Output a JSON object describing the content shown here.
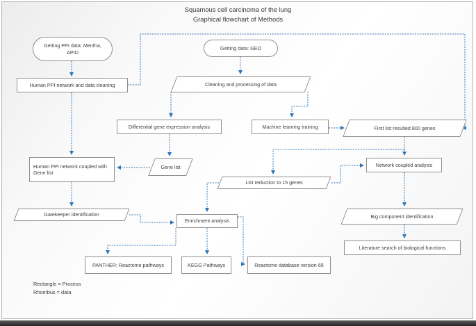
{
  "title": {
    "line1": "Squamous cell carcinoma of the lung",
    "line2": "Graphical flowchart of Methods"
  },
  "nodes": {
    "getting_ppi": {
      "label": "Getting PPI data: Mentha, APID",
      "shape": "oval"
    },
    "getting_geo": {
      "label": "Getting data: GEO",
      "shape": "oval"
    },
    "human_ppi_cleaning": {
      "label": "Human PPI network and data cleaning",
      "shape": "rectangle"
    },
    "cleaning_processing": {
      "label": "Cleaning and processing of data",
      "shape": "parallelogram"
    },
    "diff_expression": {
      "label": "Differential gene expression analysis",
      "shape": "rectangle"
    },
    "ml_training": {
      "label": "Machine learning training",
      "shape": "rectangle"
    },
    "first_list": {
      "label": "First list resulted 800 genes",
      "shape": "parallelogram"
    },
    "ppi_coupled": {
      "label": "Human PPI network coupled with Gene list",
      "shape": "rectangle"
    },
    "gene_list": {
      "label": "Gene list",
      "shape": "parallelogram"
    },
    "network_coupled": {
      "label": "Network coupled analysis",
      "shape": "rectangle"
    },
    "list_reduction": {
      "label": "List reduction to 15 genes",
      "shape": "parallelogram"
    },
    "gatekeeper": {
      "label": "Gatekeeper identification",
      "shape": "parallelogram"
    },
    "enrichment": {
      "label": "Enrichment analysis",
      "shape": "rectangle"
    },
    "big_component": {
      "label": "Big component identification",
      "shape": "parallelogram"
    },
    "literature": {
      "label": "Literature search of biological functions",
      "shape": "rectangle"
    },
    "panther": {
      "label": "PANTHER: Reactome pathways",
      "shape": "rectangle"
    },
    "kegg": {
      "label": "KEGG Pathways",
      "shape": "rectangle"
    },
    "reactome_db": {
      "label": "Reactome database version 65",
      "shape": "rectangle"
    }
  },
  "edges": [
    {
      "from": "getting_ppi",
      "to": "human_ppi_cleaning"
    },
    {
      "from": "getting_geo",
      "to": "cleaning_processing"
    },
    {
      "from": "human_ppi_cleaning",
      "to": "first_list"
    },
    {
      "from": "human_ppi_cleaning",
      "to": "ppi_coupled"
    },
    {
      "from": "cleaning_processing",
      "to": "diff_expression"
    },
    {
      "from": "cleaning_processing",
      "to": "ml_training"
    },
    {
      "from": "ml_training",
      "to": "first_list"
    },
    {
      "from": "diff_expression",
      "to": "gene_list"
    },
    {
      "from": "gene_list",
      "to": "ppi_coupled"
    },
    {
      "from": "ppi_coupled",
      "to": "gatekeeper"
    },
    {
      "from": "first_list",
      "to": "network_coupled"
    },
    {
      "from": "first_list",
      "to": "list_reduction"
    },
    {
      "from": "list_reduction",
      "to": "network_coupled"
    },
    {
      "from": "list_reduction",
      "to": "enrichment"
    },
    {
      "from": "gatekeeper",
      "to": "enrichment"
    },
    {
      "from": "network_coupled",
      "to": "big_component"
    },
    {
      "from": "big_component",
      "to": "literature"
    },
    {
      "from": "enrichment",
      "to": "panther"
    },
    {
      "from": "enrichment",
      "to": "kegg"
    },
    {
      "from": "enrichment",
      "to": "reactome_db"
    }
  ],
  "legend": {
    "line1": "Rectangle = Process",
    "line2": "Rhombus = data"
  },
  "colors": {
    "connector": "#2E75B6",
    "shape_border": "#8F8F8F",
    "text": "#404040",
    "frame_border": "#B3B3B3",
    "bottom_bar": "#2F2F2F"
  }
}
